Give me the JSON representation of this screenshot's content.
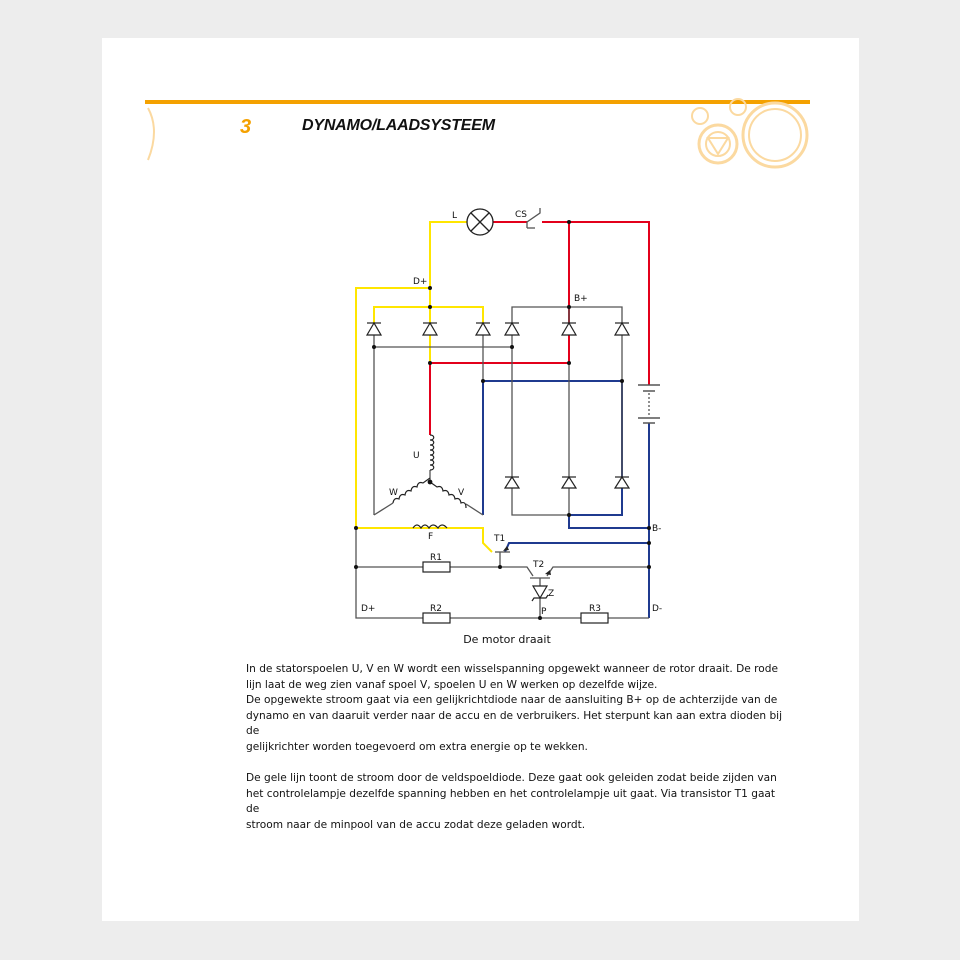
{
  "header": {
    "chapter_number": "3",
    "chapter_title": "DYNAMO/LAADSYSTEEM",
    "accent_color": "#f4a100",
    "decoration": "gears-icon"
  },
  "diagram": {
    "labels": {
      "lamp": "L",
      "switch": "CS",
      "d_plus_top": "D+",
      "b_plus": "B+",
      "coil_u": "U",
      "coil_w": "W",
      "coil_v": "V",
      "field": "F",
      "t1": "T1",
      "r1": "R1",
      "t2": "T2",
      "zener": "Z",
      "d_plus_bottom": "D+",
      "r2": "R2",
      "p": "P",
      "r3": "R3",
      "d_minus": "D-",
      "b_minus": "B-"
    },
    "caption": "De motor draait",
    "colors": {
      "red": "#e3001b",
      "yellow": "#ffe600",
      "blue": "#1f3a8f",
      "gray": "#555555"
    }
  },
  "body": {
    "paragraph1_lines": [
      "In de statorspoelen U, V en W wordt een wisselspanning opgewekt wanneer de rotor draait. De rode",
      "lijn laat de weg zien vanaf spoel V, spoelen U en W werken op dezelfde wijze.",
      "De opgewekte stroom gaat via een gelijkrichtdiode naar de aansluiting B+ op de achterzijde van de",
      "dynamo en van daaruit verder naar de accu en de verbruikers. Het sterpunt kan aan extra dioden bij de",
      "gelijkrichter worden toegevoerd om extra energie op te wekken."
    ],
    "paragraph2_lines": [
      "De gele lijn toont de stroom door de veldspoeldiode. Deze gaat ook geleiden zodat beide zijden van",
      "het controlelampje dezelfde spanning hebben en het controlelampje uit gaat. Via transistor T1 gaat de",
      "stroom naar de minpool van de accu zodat deze geladen wordt."
    ]
  }
}
